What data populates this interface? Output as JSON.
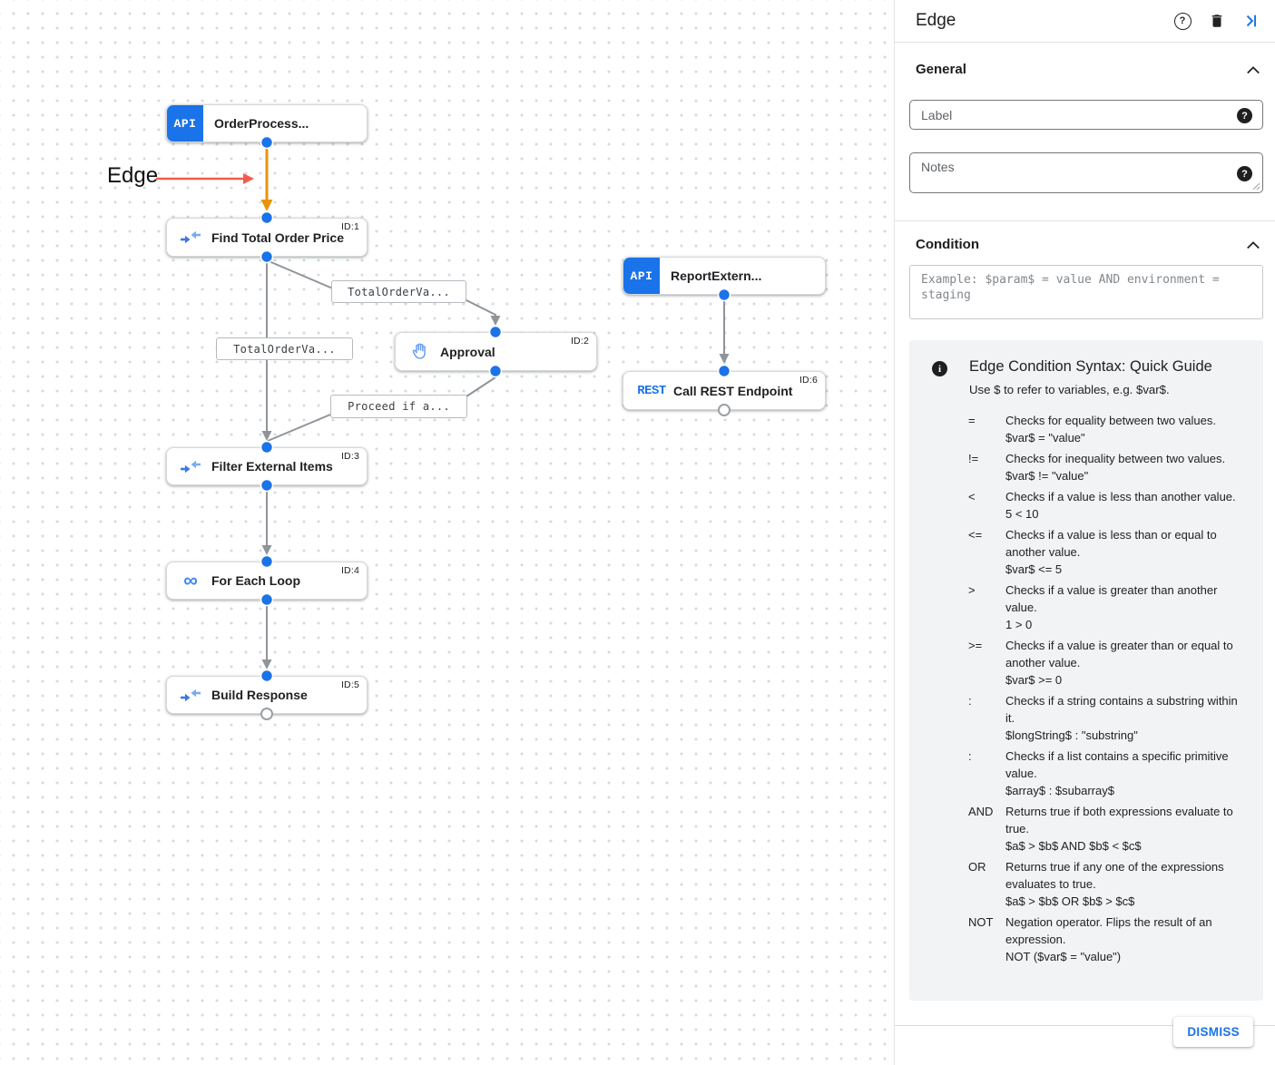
{
  "canvas": {
    "annotation": {
      "label": "Edge"
    },
    "nodes": {
      "order_process": {
        "badge": "API",
        "label": "OrderProcess...",
        "id": ""
      },
      "find_total": {
        "label": "Find Total Order Price",
        "id": "ID:1"
      },
      "approval": {
        "label": "Approval",
        "id": "ID:2"
      },
      "report_extern": {
        "badge": "API",
        "label": "ReportExtern...",
        "id": ""
      },
      "call_rest": {
        "badge": "REST",
        "label": "Call REST Endpoint",
        "id": "ID:6"
      },
      "filter_items": {
        "label": "Filter External Items",
        "id": "ID:3"
      },
      "for_each": {
        "label": "For Each Loop",
        "id": "ID:4",
        "glyph": "∞"
      },
      "build_resp": {
        "label": "Build Response",
        "id": "ID:5"
      }
    },
    "edge_labels": [
      "TotalOrderVa...",
      "TotalOrderVa...",
      "Proceed if a..."
    ]
  },
  "panel": {
    "title": "Edge",
    "general": {
      "heading": "General",
      "label_placeholder": "Label",
      "notes_placeholder": "Notes",
      "help_glyph": "?"
    },
    "condition": {
      "heading": "Condition",
      "placeholder": "Example: $param$ = value AND environment = staging"
    },
    "guide": {
      "info_glyph": "i",
      "title": "Edge Condition Syntax: Quick Guide",
      "subtitle": "Use $ to refer to variables, e.g. $var$.",
      "rows": [
        {
          "op": "=",
          "desc": "Checks for equality between two values.",
          "example": "$var$ = \"value\""
        },
        {
          "op": "!=",
          "desc": "Checks for inequality between two values.",
          "example": "$var$ != \"value\""
        },
        {
          "op": "<",
          "desc": "Checks if a value is less than another value.",
          "example": "5 < 10"
        },
        {
          "op": "<=",
          "desc": "Checks if a value is less than or equal to another value.",
          "example": "$var$ <= 5"
        },
        {
          "op": ">",
          "desc": "Checks if a value is greater than another value.",
          "example": "1 > 0"
        },
        {
          "op": ">=",
          "desc": "Checks if a value is greater than or equal to another value.",
          "example": "$var$ >= 0"
        },
        {
          "op": ":",
          "desc": "Checks if a string contains a substring within it.",
          "example": "$longString$ : \"substring\""
        },
        {
          "op": ":",
          "desc": "Checks if a list contains a specific primitive value.",
          "example": "$array$ : $subarray$"
        },
        {
          "op": "AND",
          "desc": "Returns true if both expressions evaluate to true.",
          "example": "$a$ > $b$ AND $b$ < $c$"
        },
        {
          "op": "OR",
          "desc": "Returns true if any one of the expressions evaluates to true.",
          "example": "$a$ > $b$ OR $b$ > $c$"
        },
        {
          "op": "NOT",
          "desc": "Negation operator. Flips the result of an expression.",
          "example": "NOT ($var$ = \"value\")"
        }
      ]
    },
    "dismiss_label": "DISMISS"
  },
  "colors": {
    "primary_blue": "#1a73e8",
    "icon_blue": "#4285f4",
    "icon_blue_light": "#7baaf7",
    "edge_orange": "#e8930c",
    "annotation_red": "#f25b4b",
    "connector_gray": "#8f9499",
    "guide_bg": "#f1f3f4"
  }
}
